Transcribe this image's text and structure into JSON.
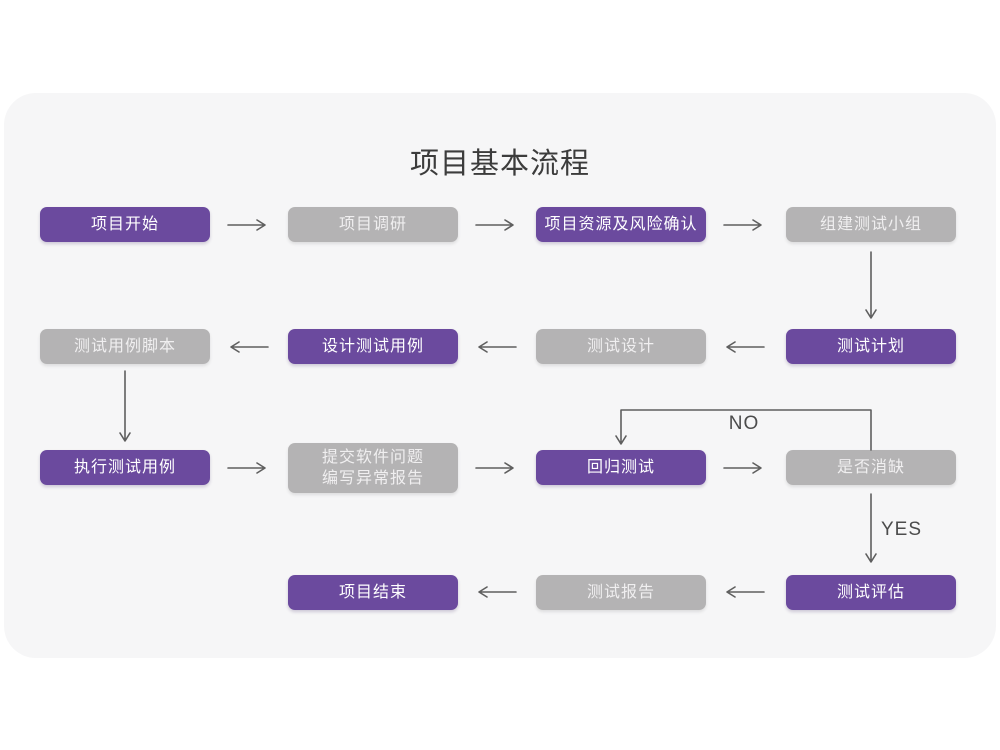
{
  "title": "项目基本流程",
  "colors": {
    "accent_purple": "#6b4a9e",
    "node_gray": "#b4b3b4",
    "card_bg": "#f6f6f7",
    "arrow_color": "#5f5f5f",
    "title_color": "#3c3c3c",
    "decision_label_color": "#4c4c4c"
  },
  "labels": {
    "no": "NO",
    "yes": "YES"
  },
  "flow": {
    "nodes": [
      {
        "id": "project-start",
        "label": "项目开始",
        "variant": "purple"
      },
      {
        "id": "project-research",
        "label": "项目调研",
        "variant": "gray"
      },
      {
        "id": "resource-risk-confirm",
        "label": "项目资源及风险确认",
        "variant": "purple"
      },
      {
        "id": "build-test-team",
        "label": "组建测试小组",
        "variant": "gray"
      },
      {
        "id": "test-plan",
        "label": "测试计划",
        "variant": "purple"
      },
      {
        "id": "test-design",
        "label": "测试设计",
        "variant": "gray"
      },
      {
        "id": "design-test-cases",
        "label": "设计测试用例",
        "variant": "purple"
      },
      {
        "id": "test-case-scripts",
        "label": "测试用例脚本",
        "variant": "gray"
      },
      {
        "id": "execute-test-cases",
        "label": "执行测试用例",
        "variant": "purple"
      },
      {
        "id": "submit-issue-report",
        "label": "提交软件问题\n编写异常报告",
        "variant": "gray"
      },
      {
        "id": "regression-test",
        "label": "回归测试",
        "variant": "purple"
      },
      {
        "id": "defect-resolved",
        "label": "是否消缺",
        "variant": "gray"
      },
      {
        "id": "test-evaluation",
        "label": "测试评估",
        "variant": "purple"
      },
      {
        "id": "test-report",
        "label": "测试报告",
        "variant": "gray"
      },
      {
        "id": "project-end",
        "label": "项目结束",
        "variant": "purple"
      }
    ]
  }
}
